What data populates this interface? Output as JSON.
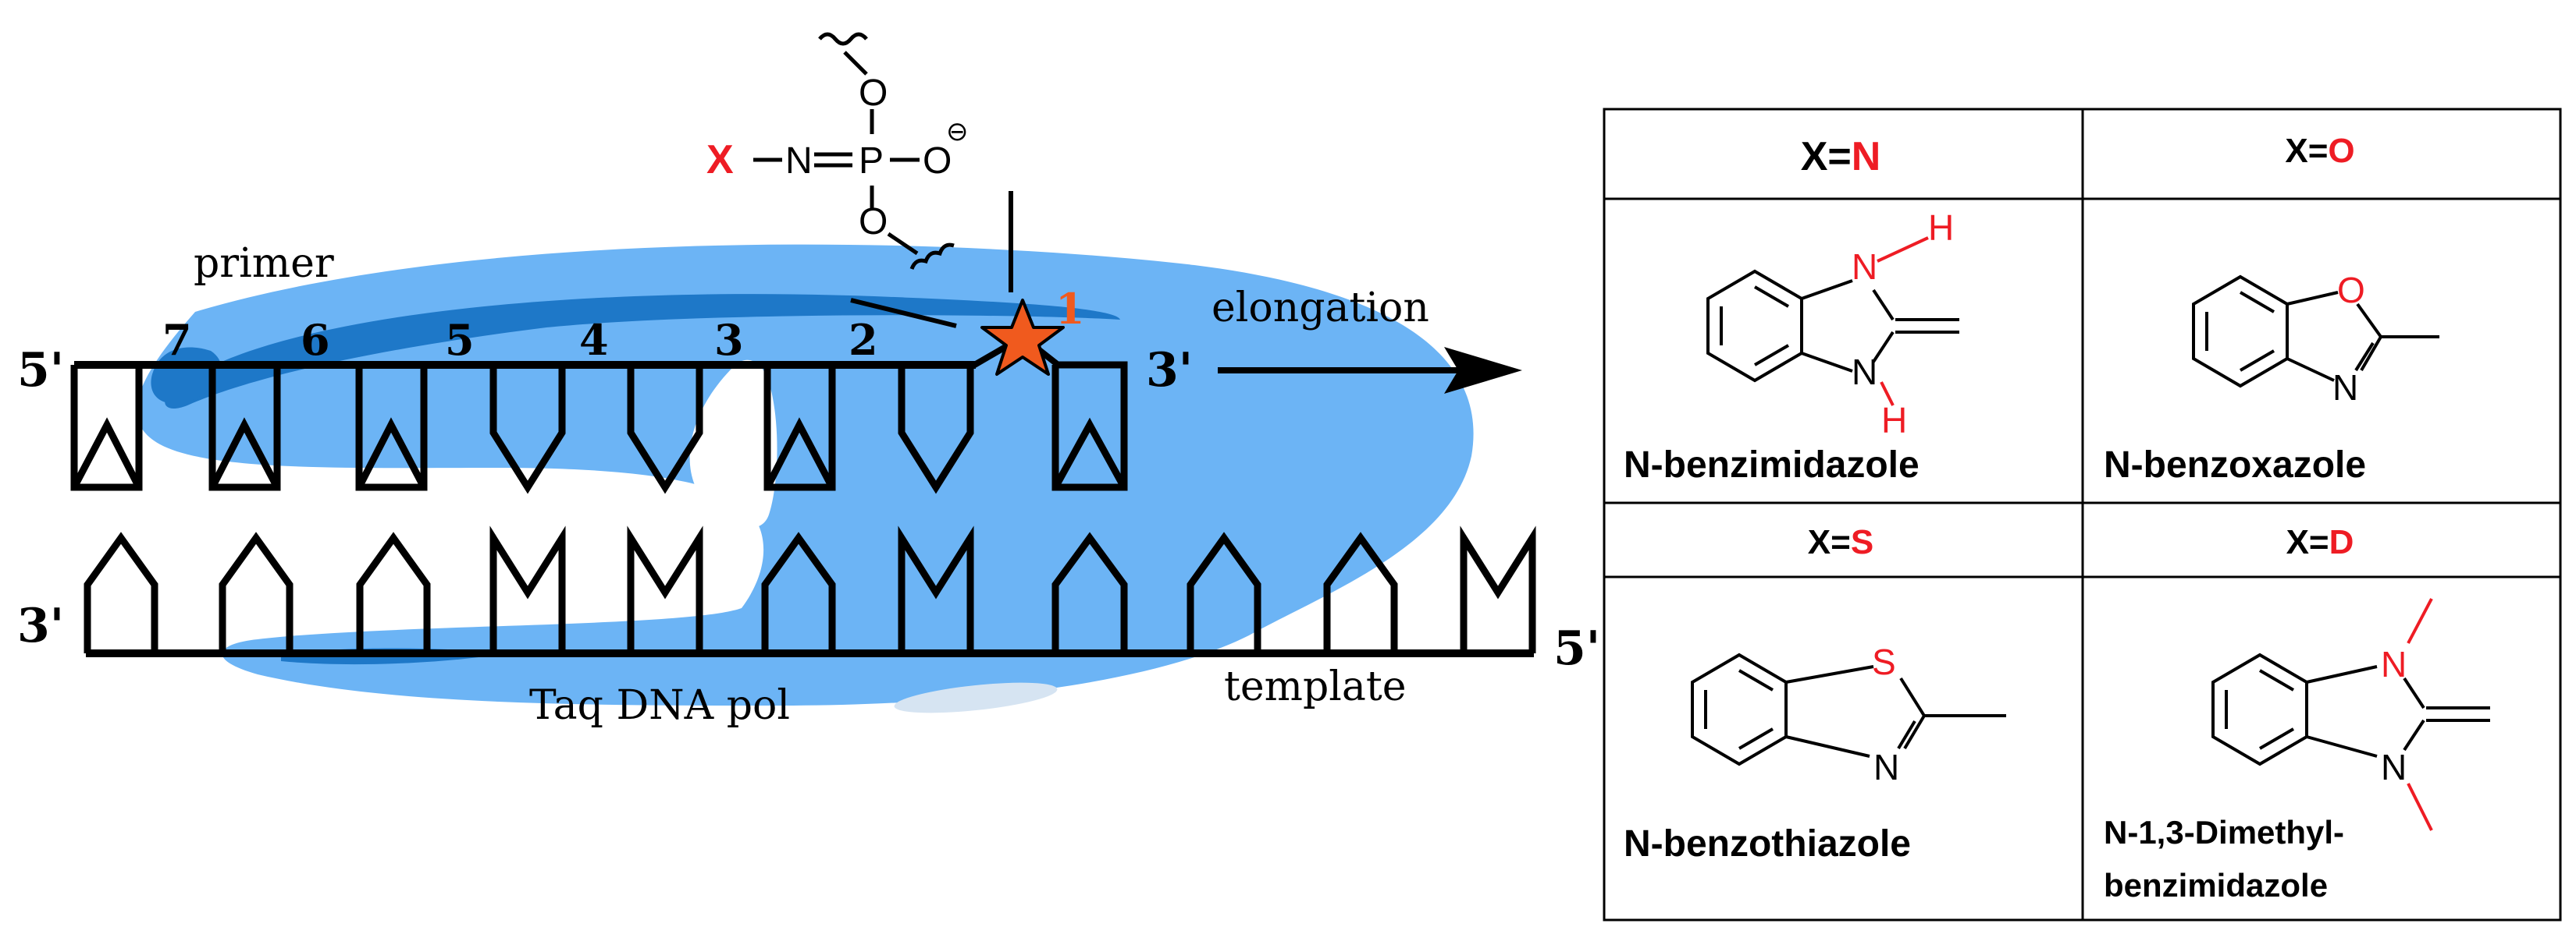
{
  "labels": {
    "primer": "primer",
    "elongation": "elongation",
    "template": "template",
    "polymerase": "Taq DNA pol",
    "primer_five_prime": "5'",
    "primer_three_prime": "3'",
    "template_three_prime": "3'",
    "template_five_prime": "5'",
    "position_numbers": [
      "7",
      "6",
      "5",
      "4",
      "3",
      "2",
      "1"
    ]
  },
  "phosphate": {
    "x": "X",
    "n": "N",
    "p": "P",
    "o_top": "O",
    "o_right": "O",
    "o_bottom": "O",
    "charge": "⊖"
  },
  "table": {
    "headers": [
      {
        "prefix": "X=",
        "letter": "N"
      },
      {
        "prefix": "X=",
        "letter": "O"
      },
      {
        "prefix": "X=",
        "letter": "S"
      },
      {
        "prefix": "X=",
        "letter": "D"
      }
    ],
    "names": [
      "N-benzimidazole",
      "N-benzoxazole",
      "N-benzothiazole",
      "N-1,3-Dimethyl-",
      "benzimidazole"
    ],
    "atoms": {
      "benzimidazole_n1": "N",
      "benzimidazole_h1": "H",
      "benzimidazole_n2": "N",
      "benzimidazole_h2": "H",
      "benzoxazole_o": "O",
      "benzoxazole_n": "N",
      "benzothiazole_s": "S",
      "benzothiazole_n": "N",
      "dimethyl_n1": "N",
      "dimethyl_n2": "N"
    }
  },
  "colors": {
    "accent_red": "#ee1c24",
    "orange": "#f05a1e",
    "blue_light": "#6cb4f5",
    "blue_dark": "#1e78c8",
    "ink": "#000000"
  }
}
